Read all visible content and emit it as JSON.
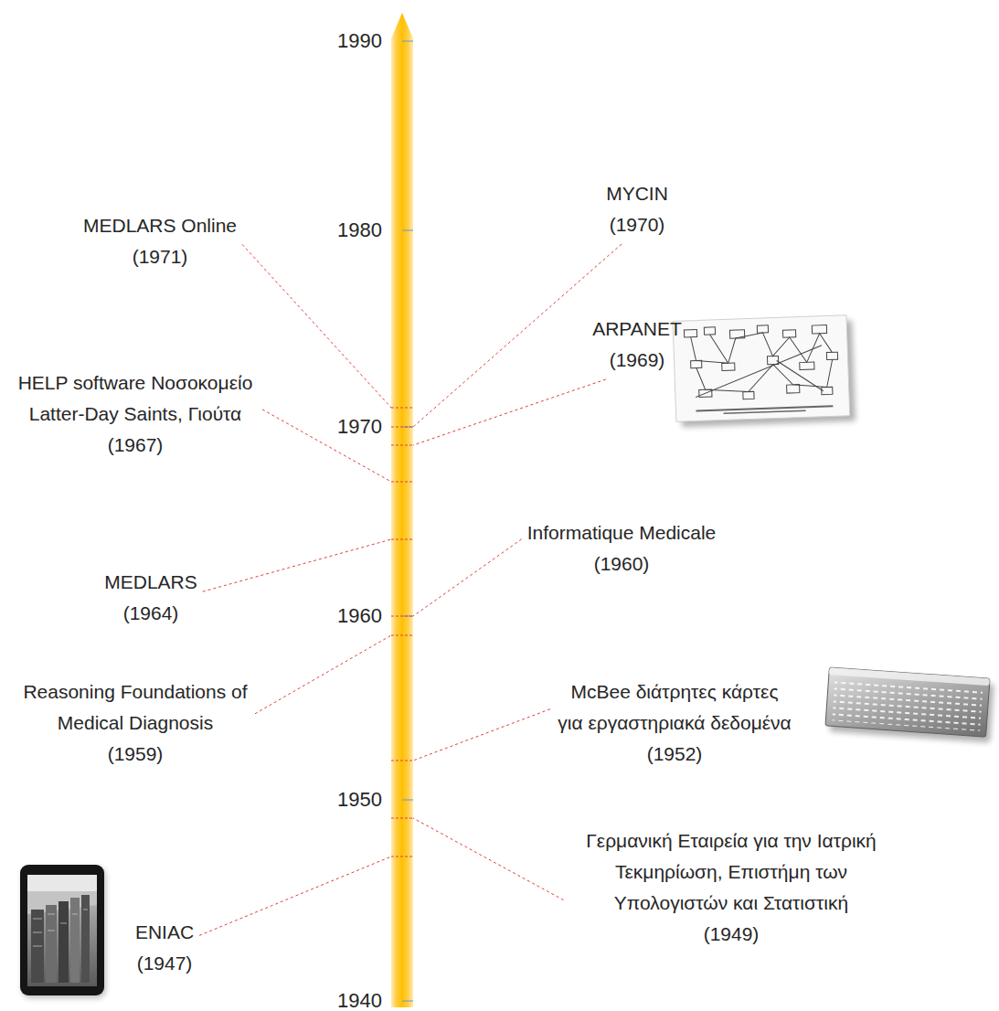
{
  "diagram": {
    "labels": [
      "1990",
      "MYCIN",
      "(1970)",
      "MEDLARS Online",
      "(1971)",
      "1980",
      "ARPANET",
      "(1969)",
      "HELP software Νοσοκομείο Latter-Day Saints, Γιούτα",
      "(1967)",
      "1970",
      "Informatique Medicale",
      "(1960)",
      "MEDLARS",
      "(1964)",
      "1960",
      "McBee διάτρητες κάρτες για εργαστηριακά δεδομένα",
      "(1952)",
      "Reasoning Foundations of Medical Diagnosis",
      "(1959)",
      "1950",
      "Γερμανική Εταιρεία για την Ιατρική Τεκμηρίωση, Επιστήμη των Υπολογιστών και Στατιστική",
      "(1949)",
      "ENIAC",
      "(1947)",
      "1940"
    ]
  }
}
